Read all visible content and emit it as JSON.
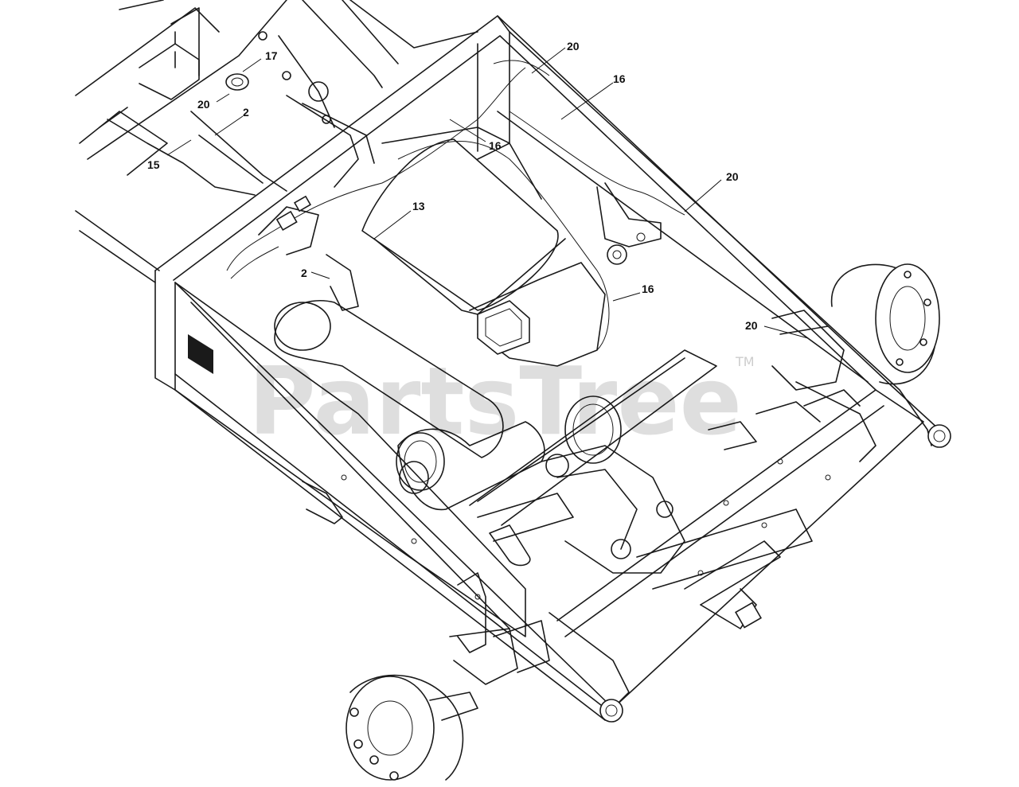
{
  "watermark": {
    "text": "PartsTree",
    "trademark": "TM"
  },
  "callouts": [
    {
      "label": "17"
    },
    {
      "label": "20"
    },
    {
      "label": "2"
    },
    {
      "label": "15"
    },
    {
      "label": "20"
    },
    {
      "label": "16"
    },
    {
      "label": "16"
    },
    {
      "label": "13"
    },
    {
      "label": "2"
    },
    {
      "label": "20"
    },
    {
      "label": "16"
    },
    {
      "label": "20"
    }
  ]
}
